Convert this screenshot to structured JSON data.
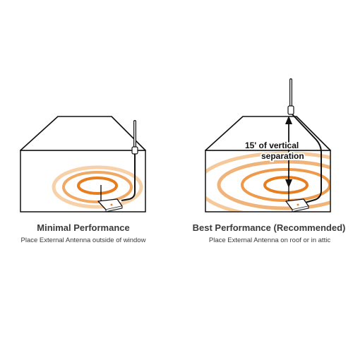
{
  "colors": {
    "outline": "#111111",
    "signal_orange": "#e87d1e",
    "signal_light": "#f6c99a",
    "text": "#3a3a3a"
  },
  "panels": [
    {
      "title": "Minimal Performance",
      "subtitle": "Place External Antenna outside of window"
    },
    {
      "title": "Best Performance (Recommended)",
      "subtitle": "Place External Antenna on roof or in attic"
    }
  ],
  "separation": {
    "line1": "15' of vertical",
    "line2": "separation"
  }
}
